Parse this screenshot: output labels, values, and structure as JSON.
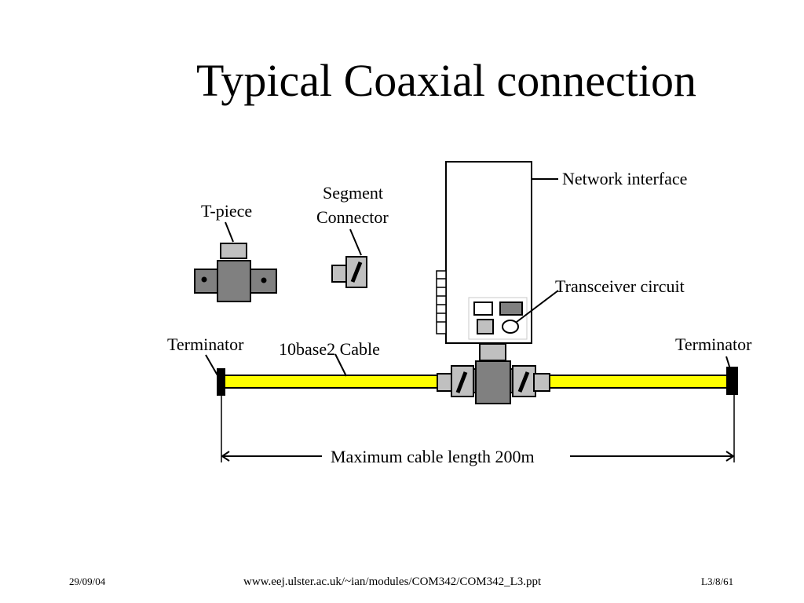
{
  "title": "Typical Coaxial connection",
  "labels": {
    "t_piece": "T-piece",
    "segment_connector_line1": "Segment",
    "segment_connector_line2": "Connector",
    "network_interface": "Network interface",
    "transceiver_circuit": "Transceiver circuit",
    "terminator_left": "Terminator",
    "terminator_right": "Terminator",
    "cable": "10base2 Cable",
    "max_length": "Maximum cable length 200m"
  },
  "footer": {
    "date": "29/09/04",
    "url": "www.eej.ulster.ac.uk/~ian/modules/COM342/COM342_L3.ppt",
    "page": "L3/8/61"
  },
  "colors": {
    "cable": "#ffff00",
    "connector_dark": "#808080",
    "connector_light": "#c0c0c0",
    "terminator": "#000000"
  }
}
